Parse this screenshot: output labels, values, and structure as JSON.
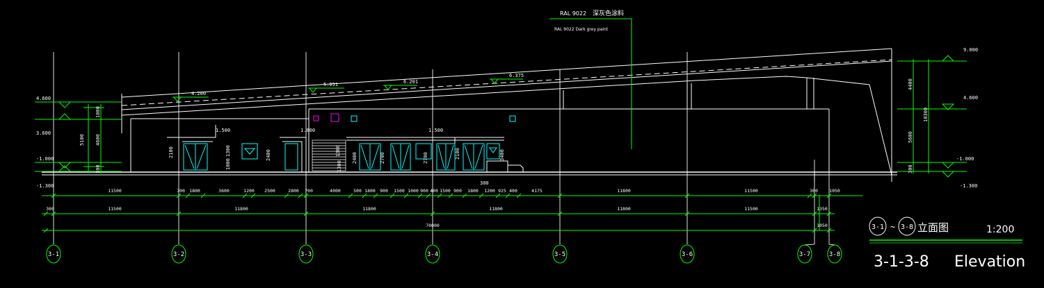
{
  "callout": {
    "line1_code": "RAL  9022",
    "line1_cn": "深灰色涂料",
    "line2": "RAL  9022  Dark grey paint"
  },
  "roof_levels": [
    "4.200",
    "5.051",
    "6.201",
    "6.375"
  ],
  "left_levels": {
    "top": "4.600",
    "mid": "3.600",
    "low": "-1.000",
    "bottom": "-1.300",
    "dims": [
      "1000",
      "5100",
      "4600",
      "300"
    ]
  },
  "right_levels": {
    "top": "9.000",
    "mid": "4.600",
    "low": "-1.000",
    "bottom": "-1.300",
    "dims": [
      "4400",
      "5600",
      "10300",
      "300"
    ]
  },
  "small_labels": {
    "canopy1": "1.500",
    "canopy2": "1.800",
    "canopy3": "1.500",
    "window_heights": [
      "2100",
      "1300",
      "1000",
      "2400",
      "1300",
      "2400",
      "2700",
      "2700",
      "2100",
      "3400",
      "1300"
    ],
    "step": "300"
  },
  "dim_row1": [
    "11500",
    "700",
    "1800",
    "3600",
    "1200",
    "2500",
    "2800",
    "700",
    "4000",
    "500",
    "1800",
    "900",
    "1500",
    "1000",
    "900",
    "400",
    "1500",
    "900",
    "1800",
    "1200",
    "925",
    "400",
    "4175",
    "11800",
    "11500",
    "300",
    "1050"
  ],
  "dim_row2": [
    "300",
    "11500",
    "11800",
    "11800",
    "11800",
    "11800",
    "11500",
    "1350"
  ],
  "dim_total": "70000",
  "dim_right_end": "1050",
  "grid_axes": [
    "3-1",
    "3-2",
    "3-3",
    "3-4",
    "3-5",
    "3-6",
    "3-7",
    "3-8"
  ],
  "title_block": {
    "axis_from": "3-1",
    "tilde": "~",
    "axis_to": "3-8",
    "title_cn": "立面图",
    "scale": "1:200",
    "title_en_code": "3-1-3-8",
    "title_en": "Elevation"
  }
}
